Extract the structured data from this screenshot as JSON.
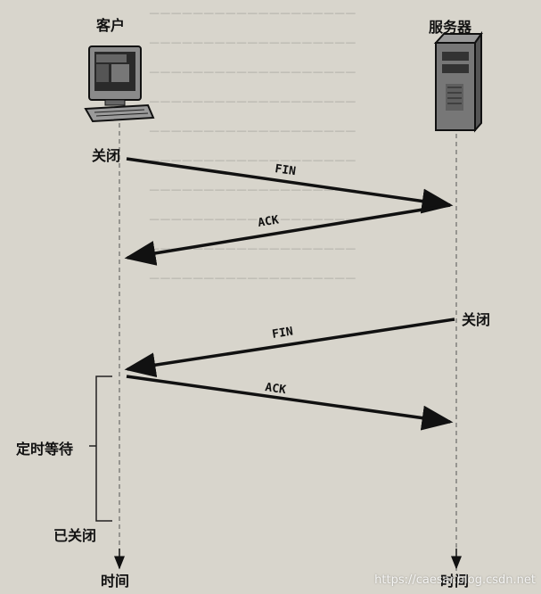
{
  "client_label": "客户",
  "server_label": "服务器",
  "events": {
    "client_close": "关闭",
    "server_close": "关闭",
    "timed_wait": "定时等待",
    "closed": "已关闭"
  },
  "messages": {
    "fin_1": "FIN",
    "ack_1": "ACK",
    "fin_2": "FIN",
    "ack_2": "ACK"
  },
  "time_axis": {
    "client": "时间",
    "server": "时间"
  },
  "watermark": "https://caesar.blog.csdn.net"
}
